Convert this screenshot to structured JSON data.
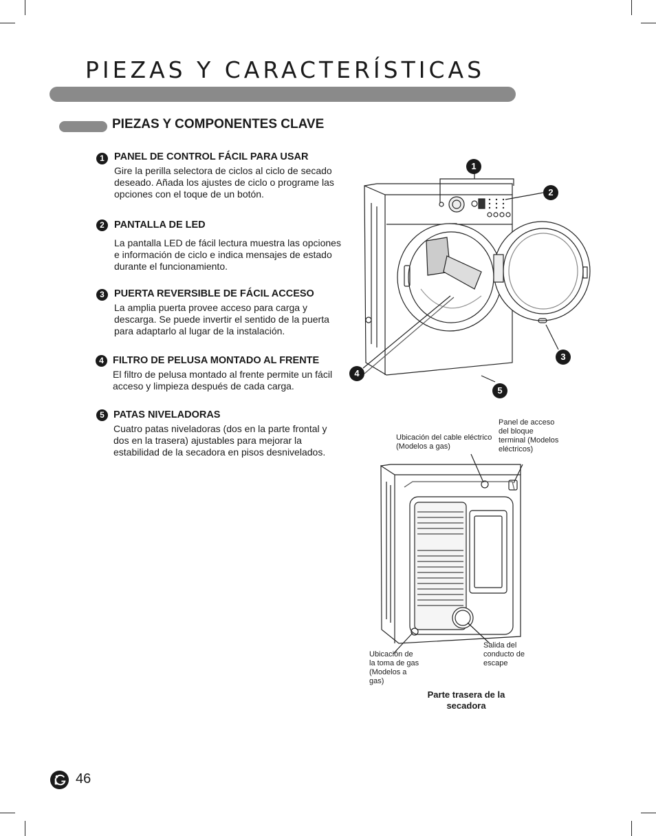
{
  "page": {
    "title": "PIEZAS Y CARACTERÍSTICAS",
    "section_title": "PIEZAS Y COMPONENTES CLAVE",
    "page_number": "46",
    "logo_text": "LG"
  },
  "items": [
    {
      "number": "1",
      "heading": "PANEL DE CONTROL FÁCIL PARA USAR",
      "body": "Gire la perilla selectora de ciclos al ciclo de secado deseado. Añada los ajustes de ciclo o programe las opciones con el toque de un botón."
    },
    {
      "number": "2",
      "heading": "PANTALLA DE LED",
      "body": "La pantalla LED de fácil lectura muestra las opciones e información de ciclo e indica mensajes de estado durante el funcionamiento."
    },
    {
      "number": "3",
      "heading": "PUERTA REVERSIBLE DE FÁCIL ACCESO",
      "body": "La amplia puerta provee acceso para carga y descarga. Se puede invertir el sentido de la puerta para adaptarlo al lugar de la instalación."
    },
    {
      "number": "4",
      "heading": "FILTRO DE PELUSA MONTADO AL FRENTE",
      "body": "El filtro de pelusa montado al frente permite un fácil acceso y limpieza después de cada carga."
    },
    {
      "number": "5",
      "heading": "PATAS NIVELADORAS",
      "body": "Cuatro patas niveladoras (dos en la parte frontal y dos en la trasera) ajustables para mejorar la estabilidad de la secadora en pisos desnivelados."
    }
  ],
  "front_diagram": {
    "callouts": [
      "1",
      "2",
      "3",
      "4",
      "5"
    ]
  },
  "rear_diagram": {
    "labels": {
      "power_cord": "Ubicación del cable eléctrico (Modelos a gas)",
      "terminal_block": "Panel de acceso del bloque terminal (Modelos eléctricos)",
      "gas_inlet": "Ubicación de la toma de gas (Modelos a gas)",
      "exhaust": "Salida del conducto de escape"
    },
    "caption": "Parte trasera de la secadora"
  }
}
